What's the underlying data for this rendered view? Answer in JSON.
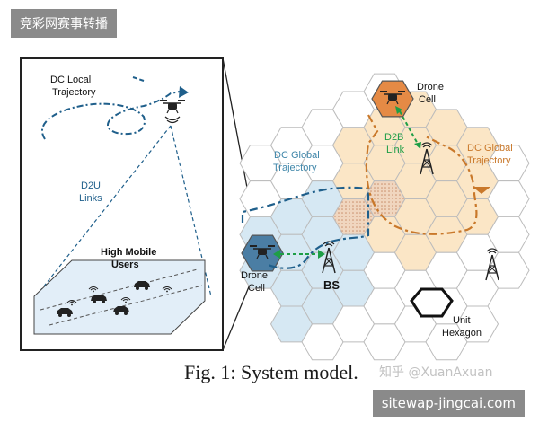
{
  "overlay": {
    "top_text": "竞彩网赛事转播",
    "bottom_text": "sitewap-jingcai.com",
    "watermark": "知乎 @XuanAxuan"
  },
  "figure": {
    "caption": "Fig. 1: System model."
  },
  "labels": {
    "dc_local_1": "DC Local",
    "dc_local_2": "Trajectory",
    "d2u_1": "D2U",
    "d2u_2": "Links",
    "high_mobile_1": "High Mobile",
    "high_mobile_2": "Users",
    "dc_global_left_1": "DC Global",
    "dc_global_left_2": "Trajectory",
    "drone_cell_left_1": "Drone",
    "drone_cell_left_2": "Cell",
    "bs": "BS",
    "drone_cell_top_1": "Drone",
    "drone_cell_top_2": "Cell",
    "d2b_1": "D2B",
    "d2b_2": "Link",
    "dc_global_right_1": "DC Global",
    "dc_global_right_2": "Trajectory",
    "unit_1": "Unit",
    "unit_2": "Hexagon"
  },
  "colors": {
    "blue_region": "#d6e8f3",
    "orange_region": "#fbe6c6",
    "dark_blue": "#1f5f8b",
    "teal_label": "#3f86a9",
    "orange_label": "#c9782a",
    "green_link": "#1e9e46",
    "orange_cell": "#e58a45",
    "blue_cell": "#4b7ea4"
  },
  "icons": [
    "drone-icon",
    "tower-icon",
    "car-icon",
    "wifi-icon"
  ]
}
